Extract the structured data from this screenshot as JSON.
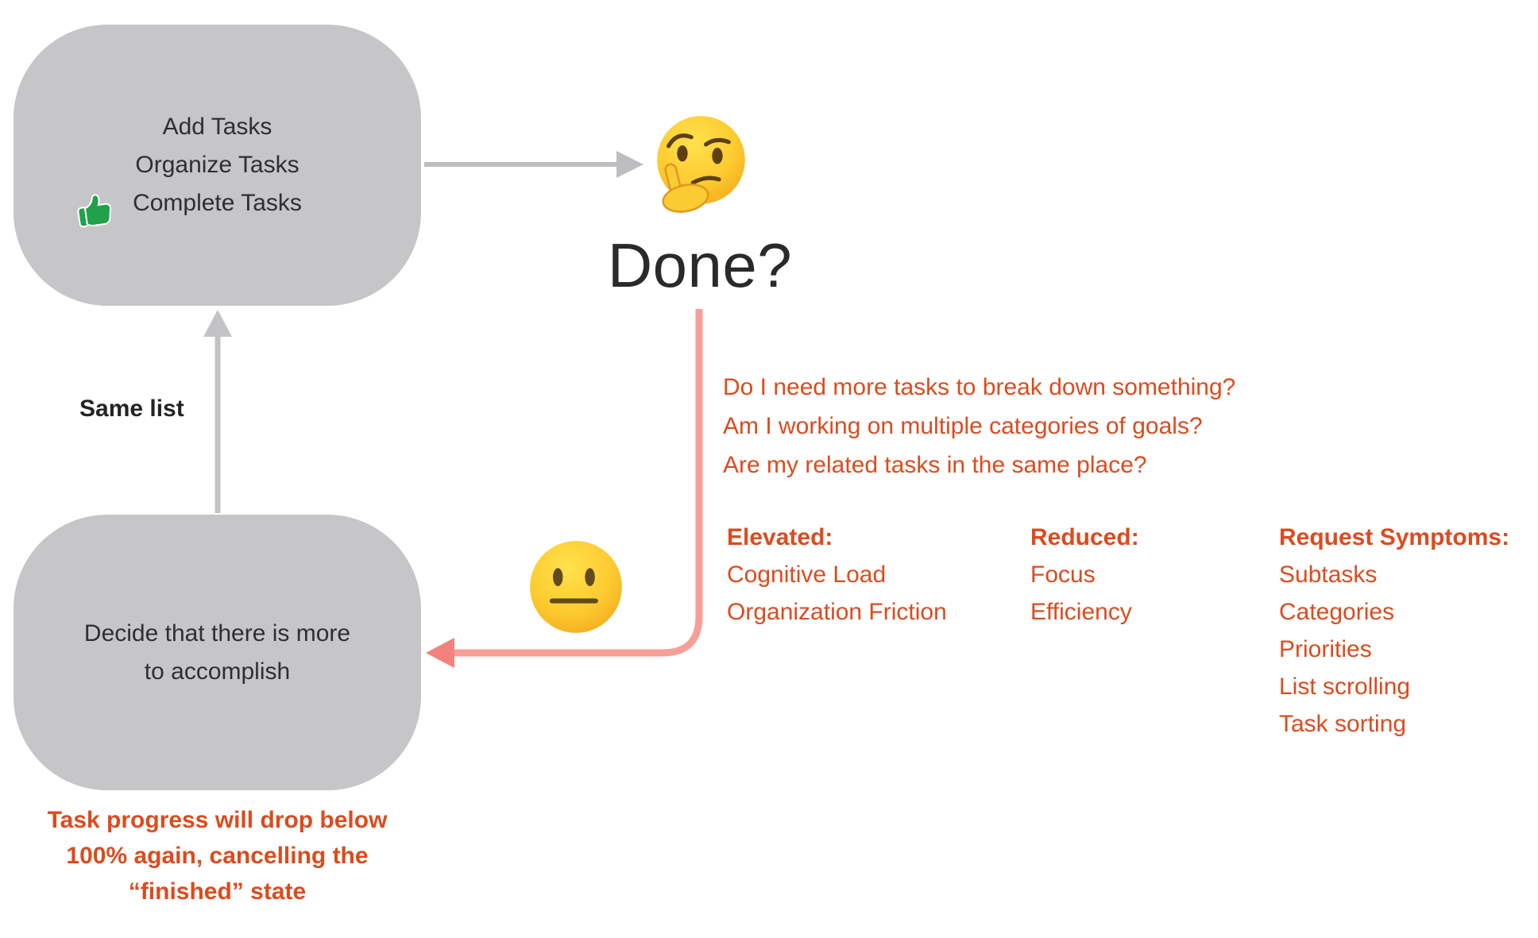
{
  "palette": {
    "box_gray": "#c6c5c8",
    "arrow_gray": "#bebec1",
    "accent_red": "#dc4b1e",
    "pink_line": "#f89e97",
    "pink_arrowhead": "#f2837c",
    "text_dark": "#2e2e30",
    "sticker_green": "#1fa24a",
    "emoji_yellow": "#fdcb2f"
  },
  "top_box": {
    "lines": [
      "Add Tasks",
      "Organize Tasks",
      "Complete Tasks"
    ]
  },
  "icons": {
    "thumbs_up": "thumbs-up-sticker",
    "thinking_face": "thinking-face-emoji",
    "neutral_face": "neutral-face-emoji"
  },
  "done_label": "Done?",
  "same_list_label": "Same list",
  "bottom_box": {
    "lines": [
      "Decide that there is more",
      "to accomplish"
    ]
  },
  "bottom_caption": {
    "lines": [
      "Task progress will drop below",
      "100% again, cancelling the",
      "“finished” state"
    ]
  },
  "questions": [
    "Do I need more tasks to break down something?",
    "Am I working on multiple categories of goals?",
    "Are my related tasks in the same place?"
  ],
  "columns": [
    {
      "header": "Elevated:",
      "items": [
        "Cognitive Load",
        "Organization Friction"
      ]
    },
    {
      "header": "Reduced:",
      "items": [
        "Focus",
        "Efficiency"
      ]
    },
    {
      "header": "Request Symptoms:",
      "items": [
        "Subtasks",
        "Categories",
        "Priorities",
        "List scrolling",
        "Task sorting"
      ]
    }
  ]
}
